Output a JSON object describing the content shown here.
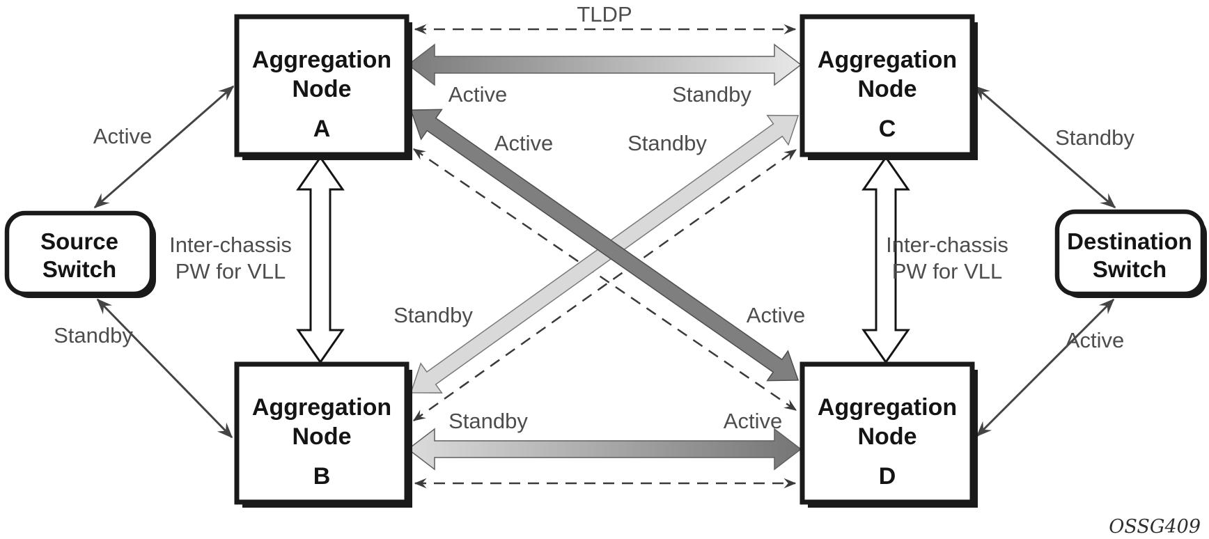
{
  "diagram_type": "pseudowire-redundancy-topology",
  "nodes": {
    "aggregation_a": {
      "line1": "Aggregation",
      "line2": "Node",
      "letter": "A"
    },
    "aggregation_b": {
      "line1": "Aggregation",
      "line2": "Node",
      "letter": "B"
    },
    "aggregation_c": {
      "line1": "Aggregation",
      "line2": "Node",
      "letter": "C"
    },
    "aggregation_d": {
      "line1": "Aggregation",
      "line2": "Node",
      "letter": "D"
    },
    "source_switch": {
      "line1": "Source",
      "line2": "Switch"
    },
    "destination_switch": {
      "line1": "Destination",
      "line2": "Switch"
    }
  },
  "edges": {
    "tldp_a_c": {
      "label": "TLDP",
      "style": "dashed-double-arrow"
    },
    "pw_a_c": {
      "label_a_end": "Active",
      "label_c_end": "Standby",
      "style": "thick-gradient-double-arrow"
    },
    "pw_a_d": {
      "label_upper": "Active",
      "label_lower": "Active",
      "style": "thick-dark-double-arrow"
    },
    "pw_b_c": {
      "label_upper": "Standby",
      "label_lower": "Standby",
      "style": "thick-light-double-arrow"
    },
    "pw_b_d": {
      "label_b_end": "Standby",
      "label_d_end": "Active",
      "style": "thick-gradient-double-arrow"
    },
    "tldp_a_d": {
      "style": "dashed-double-arrow"
    },
    "tldp_b_c": {
      "style": "dashed-double-arrow"
    },
    "tldp_b_d": {
      "style": "dashed-double-arrow"
    },
    "source_to_a": {
      "label": "Active"
    },
    "source_to_b": {
      "label": "Standby"
    },
    "c_to_destination": {
      "label": "Standby"
    },
    "d_to_destination": {
      "label": "Active"
    },
    "icb_a_b": {
      "line1": "Inter-chassis",
      "line2": "PW for VLL"
    },
    "icb_c_d": {
      "line1": "Inter-chassis",
      "line2": "PW for VLL"
    }
  },
  "watermark": "OSSG409",
  "colors": {
    "box_border": "#1a1a1a",
    "label_text": "#4d4d4d",
    "arrow_dark": "#7f7f7f",
    "arrow_light": "#dcdcdc",
    "thin_line": "#444444",
    "background": "#ffffff"
  }
}
